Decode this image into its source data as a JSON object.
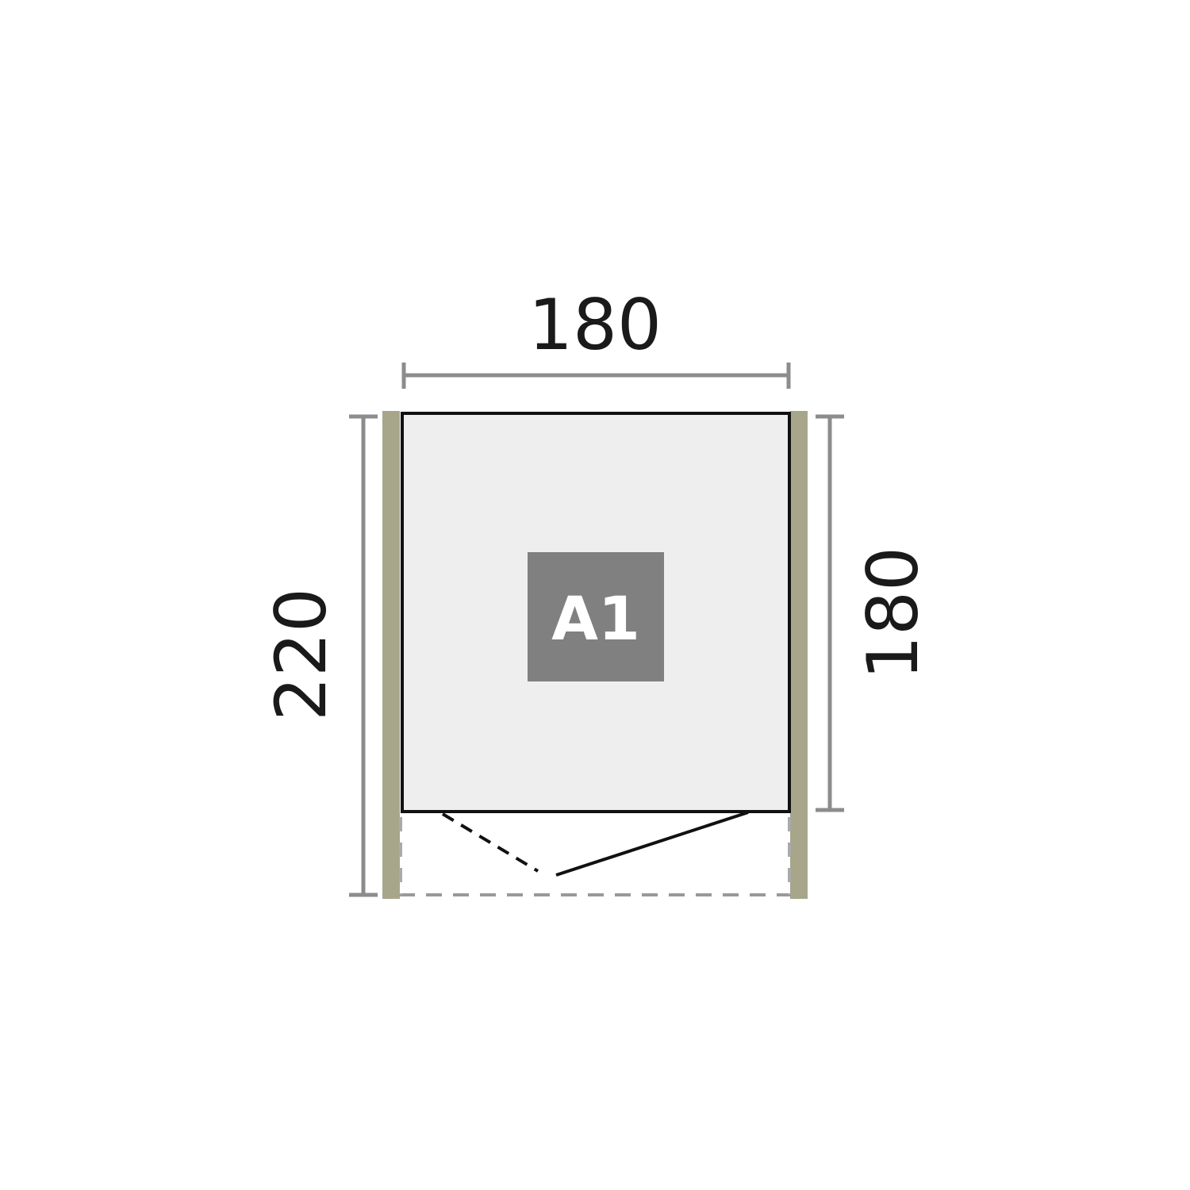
{
  "diagram": {
    "dimensions": {
      "top_width": "180",
      "left_height": "220",
      "right_height": "180"
    },
    "room_label": "A1",
    "colors": {
      "room_fill": "#eeeeee",
      "label_fill": "#808080",
      "label_text": "#ffffff",
      "post": "#a7a68a",
      "dimension_line": "#8c8c8c",
      "outline": "#111111",
      "dashed": "#999999",
      "text": "#1a1a1a"
    }
  }
}
